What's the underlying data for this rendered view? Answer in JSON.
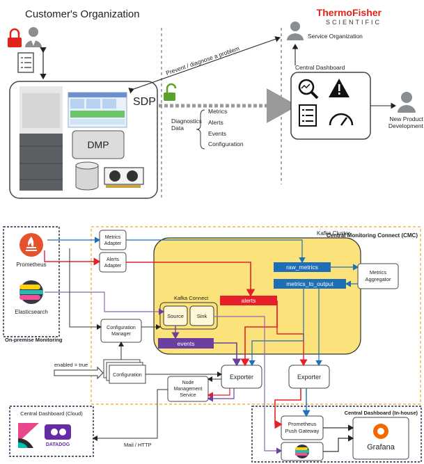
{
  "top": {
    "customer_org": "Customer's Organization",
    "brand_line1": "ThermoFisher",
    "brand_line2": "SCIENTIFIC",
    "service_org": "Service Organization",
    "central_dashboard": "Central Dashboard",
    "prevent": "Prevent / diagnose a problem",
    "sdp": "SDP",
    "dmp": "DMP",
    "diagnostics_1": "Diagnostics",
    "diagnostics_2": "Data",
    "metrics": "Metrics",
    "alerts": "Alerts",
    "events": "Events",
    "configuration": "Configuration",
    "new_product_1": "New Product",
    "new_product_2": "Development"
  },
  "bottom": {
    "prometheus": "Prometheus",
    "elasticsearch": "Elasticsearch",
    "onprem": "On-premise Monitoring",
    "metrics_adapter_1": "Metrics",
    "metrics_adapter_2": "Adapter",
    "alerts_adapter_1": "Alerts",
    "alerts_adapter_2": "Adapter",
    "kafka_cluster": "Kafka Cluster",
    "cmc": "Central Monitoring Connect (CMC)",
    "raw_metrics": "raw_metrics",
    "metrics_to_output": "metrics_to_output",
    "metrics_agg_1": "Metrics",
    "metrics_agg_2": "Aggregator",
    "alerts_topic": "alerts",
    "kafka_connect": "Kafka Connect",
    "source": "Source",
    "sink": "Sink",
    "events_topic": "events",
    "config_mgr_1": "Configuration",
    "config_mgr_2": "Manager",
    "enabled": "enabled = true",
    "configuration": "Configuration",
    "exporter_left": "Exporter",
    "exporter_right": "Exporter",
    "nms_1": "Node",
    "nms_2": "Management",
    "nms_3": "Service",
    "cloud_dashboard": "Central Dashboard (Cloud)",
    "mail_http": "Mail / HTTP",
    "datadog": "DATADOG",
    "inhouse_dashboard": "Central Dashboard (In-house)",
    "push_1": "Prometheus",
    "push_2": "Push Gateway",
    "grafana": "Grafana"
  },
  "colors": {
    "brand_red": "#e2231a",
    "kafka_yellow": "#fbe27a",
    "cmc_border": "#f0b53d",
    "topic_blue": "#1f6fb6",
    "alerts_red": "#e5202b",
    "events_purple": "#6b3fa0",
    "green_lock": "#5aa22b"
  }
}
